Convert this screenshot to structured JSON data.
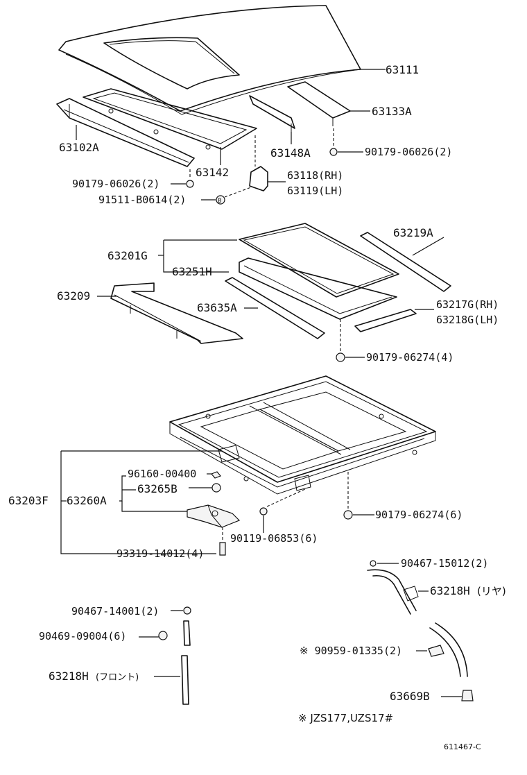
{
  "labels": {
    "p63111": "63111",
    "p63133A": "63133A",
    "p63102A": "63102A",
    "p63148A": "63148A",
    "p90179_06026_a": "90179-06026(2)",
    "p63142": "63142",
    "p63118": "63118(RH)",
    "p90179_06026_b": "90179-06026(2)",
    "p63119": "63119(LH)",
    "p91511": "91511-B0614(2)",
    "p63219A": "63219A",
    "p63201G": "63201G",
    "p63251H": "63251H",
    "p63209": "63209",
    "p63635A": "63635A",
    "p63217G": "63217G(RH)",
    "p63218G": "63218G(LH)",
    "p90179_06274_a": "90179-06274(4)",
    "p96160": "96160-00400",
    "p63265B": "63265B",
    "p63203F": "63203F",
    "p63260A": "63260A",
    "p90179_06274_b": "90179-06274(6)",
    "p90119": "90119-06853(6)",
    "p93319": "93319-14012(4)",
    "p90467_15012": "90467-15012(2)",
    "p63218H_rear": "63218H",
    "p63218H_rear_note": "(リヤ)",
    "p90467_14001": "90467-14001(2)",
    "p90469": "90469-09004(6)",
    "p90959": "※ 90959-01335(2)",
    "p63218H_front": "63218H",
    "p63218H_front_note": "(フロント)",
    "p63669B": "63669B",
    "footnote": "※ JZS177,UZS17#",
    "figure_id": "611467-C"
  }
}
